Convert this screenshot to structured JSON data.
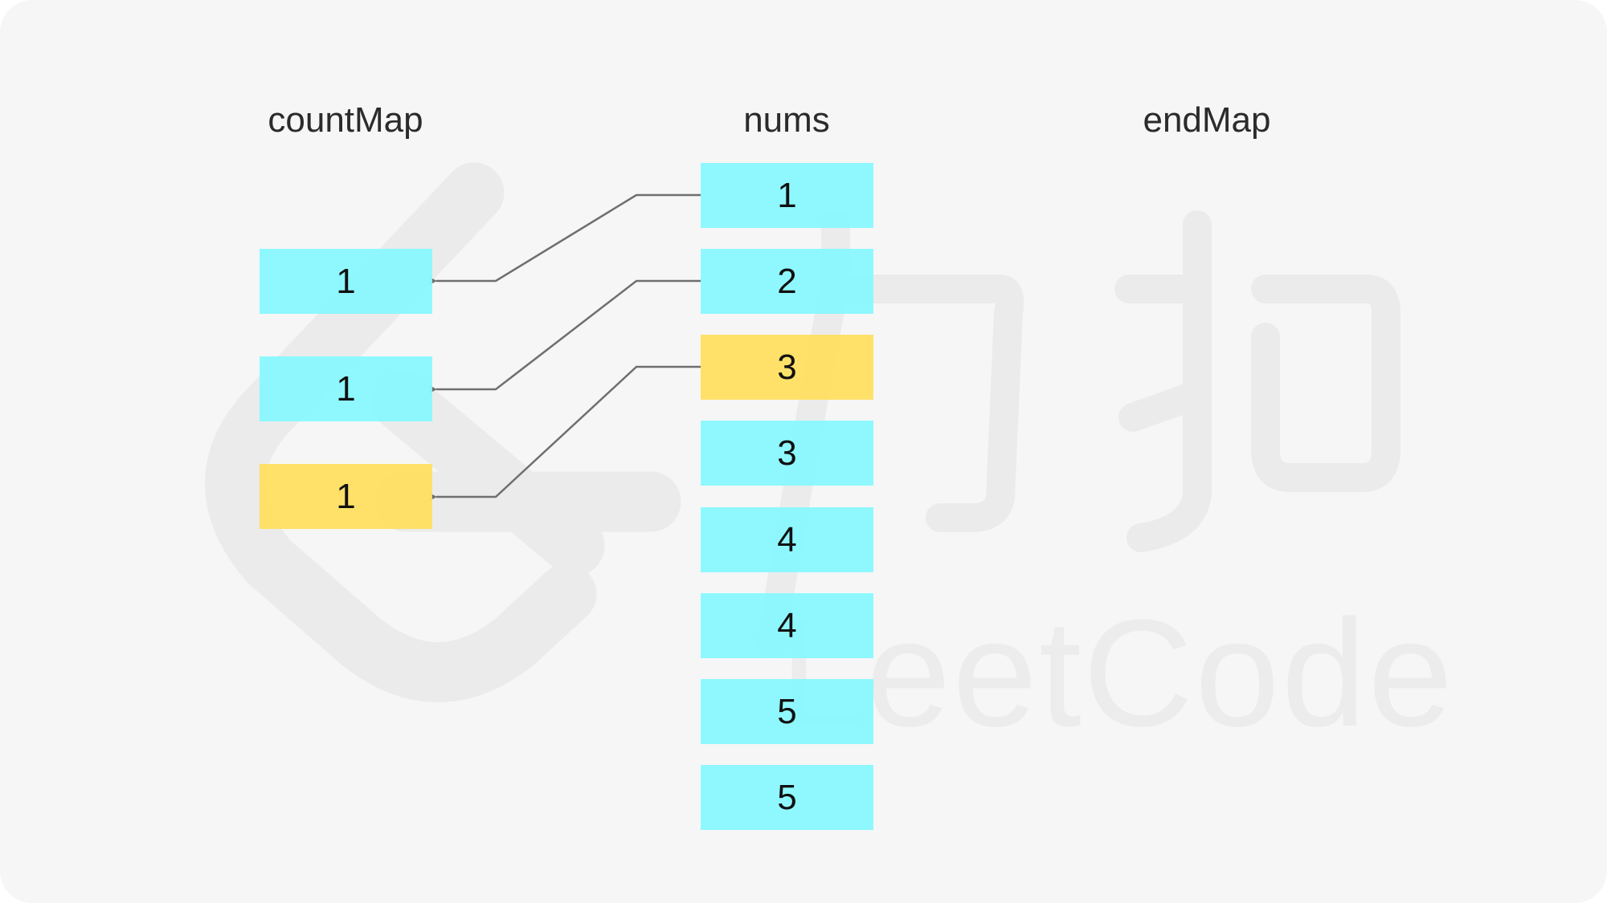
{
  "columns": {
    "count_map": "countMap",
    "nums": "nums",
    "end_map": "endMap"
  },
  "nums": [
    "1",
    "2",
    "3",
    "3",
    "4",
    "4",
    "5",
    "5"
  ],
  "count_map": [
    "1",
    "1",
    "1"
  ],
  "watermark": {
    "text": "LeetCode",
    "logo": "leetcode-logo-icon",
    "mark": "力扣"
  },
  "colors": {
    "cyan": "#86f7ff",
    "yellow": "#ffde5c",
    "arrow": "#6f6f6f",
    "background": "#f6f6f6"
  }
}
